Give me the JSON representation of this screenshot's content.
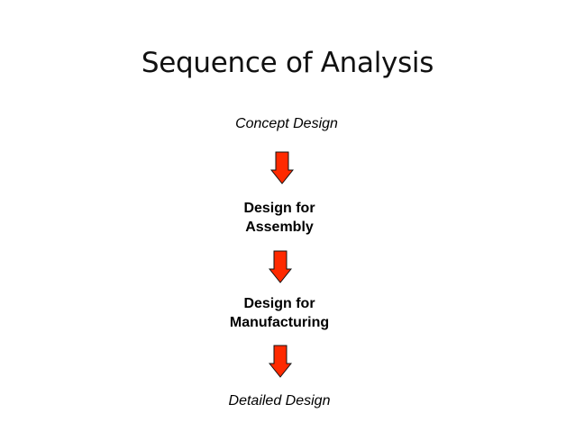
{
  "diagram": {
    "title": "Sequence of Analysis",
    "steps": [
      {
        "lines": [
          "Concept Design"
        ]
      },
      {
        "lines": [
          "Design for",
          "Assembly"
        ]
      },
      {
        "lines": [
          "Design for",
          "Manufacturing"
        ]
      },
      {
        "lines": [
          "Detailed Design"
        ]
      }
    ],
    "colors": {
      "arrow_fill": "#ff2a00",
      "arrow_stroke": "#111111",
      "text": "#000000"
    }
  }
}
